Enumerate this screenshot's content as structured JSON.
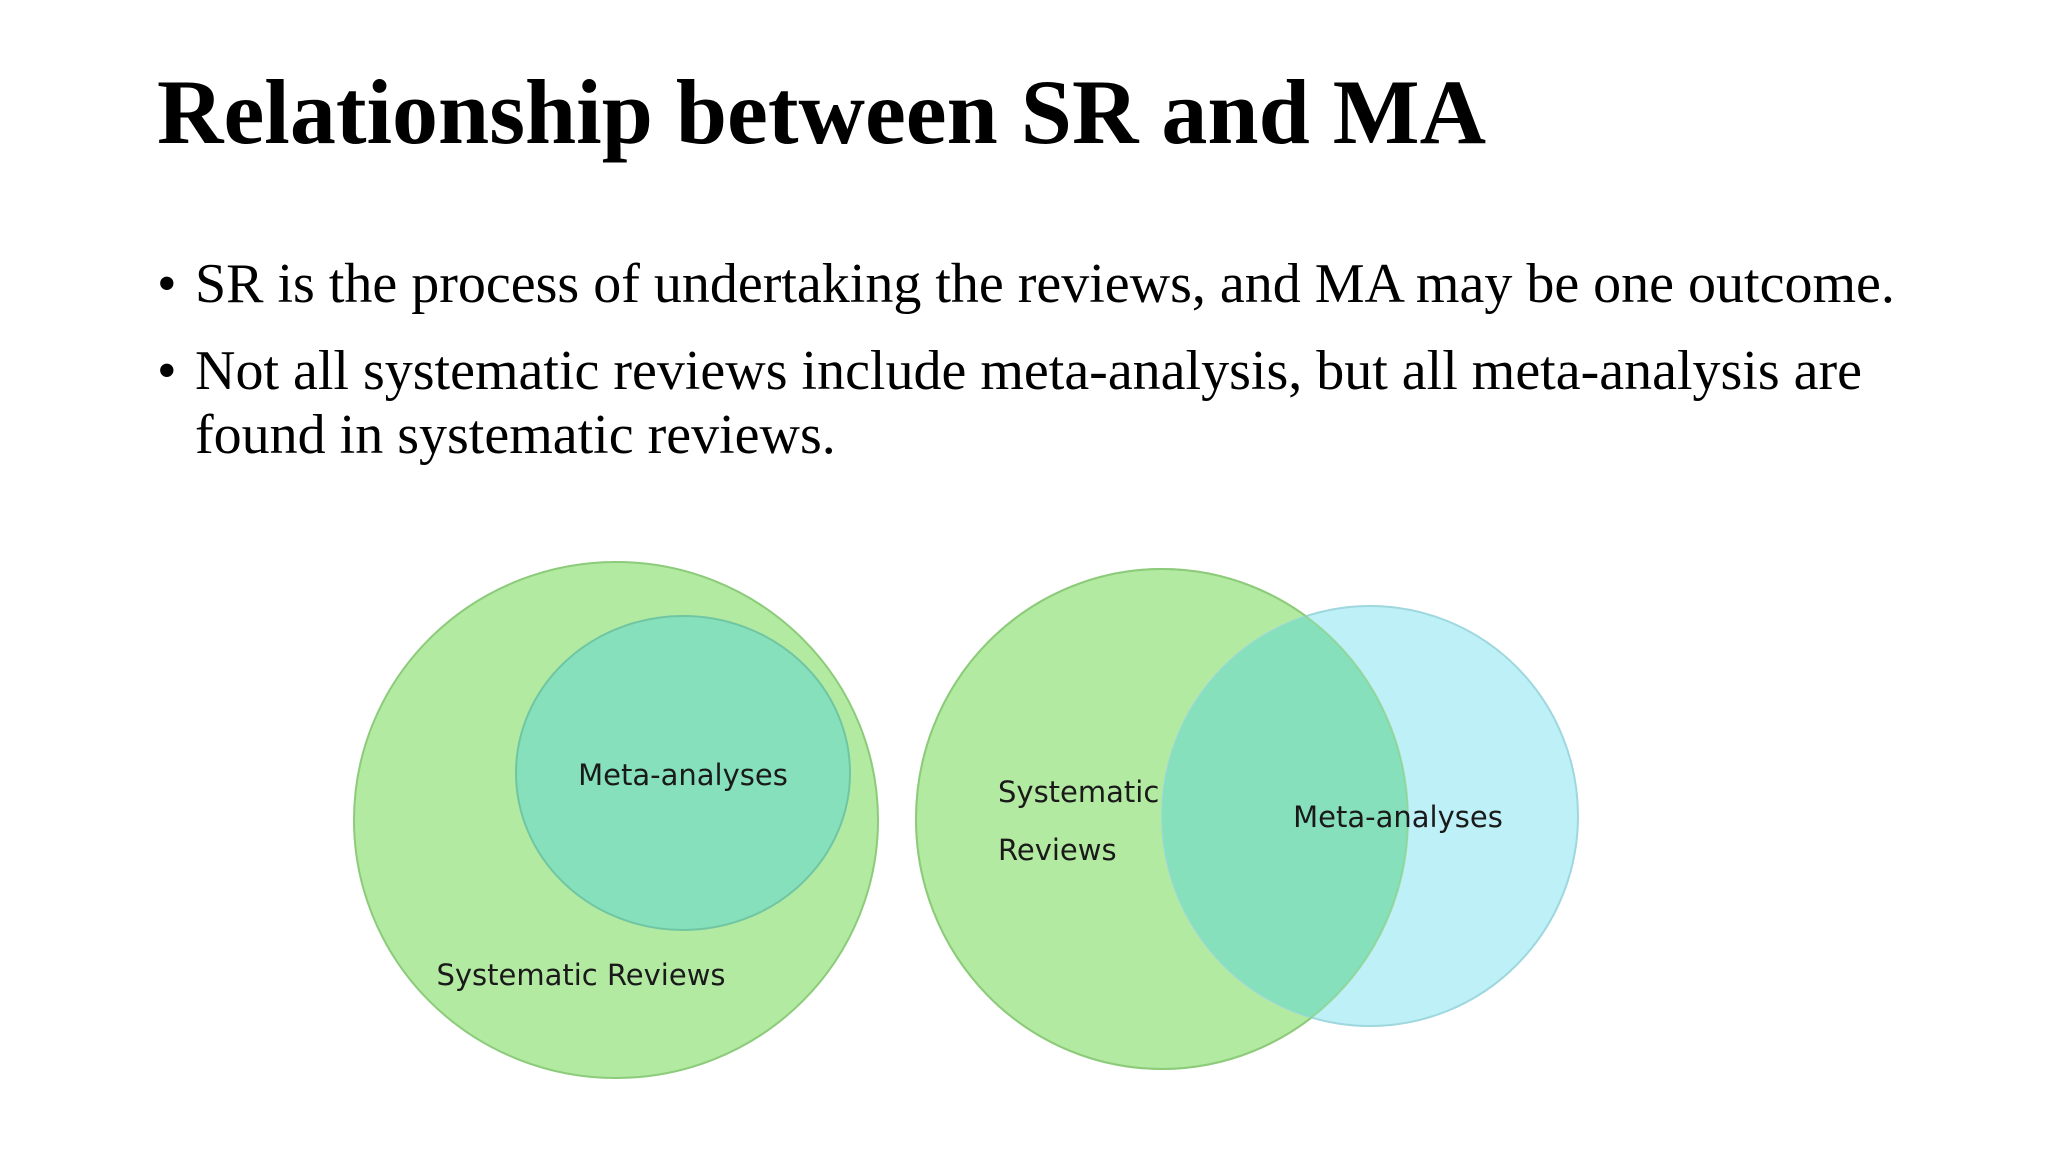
{
  "slide": {
    "title": "Relationship between SR and MA",
    "bullet_symbol": "•",
    "bullets": [
      "SR is the process of undertaking the reviews, and MA may be one outcome.",
      "Not all systematic reviews include meta-analysis, but all meta-analysis are found in systematic reviews."
    ]
  },
  "diagram_left": {
    "outer_label": "Systematic Reviews",
    "inner_label": "Meta-analyses"
  },
  "diagram_right": {
    "left_label_line1": "Systematic",
    "left_label_line2": "Reviews",
    "right_label": "Meta-analyses"
  },
  "colors": {
    "systematic_reviews_fill": "#b3eaa1",
    "meta_analyses_fill_nested": "#86e0bc",
    "meta_analyses_fill_overlap": "#bdf1f7",
    "overlap_fill": "#86e0bc"
  }
}
